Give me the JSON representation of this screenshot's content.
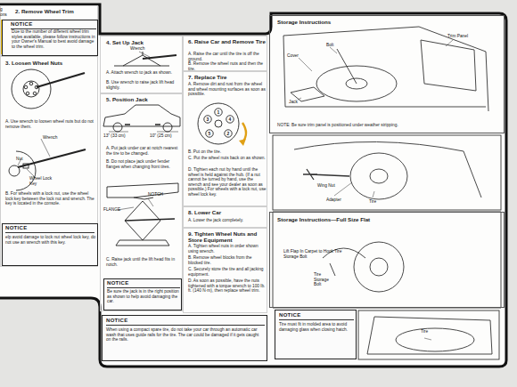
{
  "diagram": {
    "nodes": [
      {
        "text": [
          "2. Remove Wheel Trim"
        ]
      },
      {
        "text": [
          "NOTICE",
          "Due to the number of different wheel trim styles available, please follow instructions in your Owner's Manual to best avoid damage to the wheel trim."
        ],
        "in": 0
      },
      {
        "text": [
          "3. Loosen Wheel Nuts",
          "A. Use wrench to loosen wheel nuts but do not remove them.",
          "B. For wheels with a lock nut, use the wheel lock key between the lock nut and wrench. The key is located in the console."
        ]
      },
      {
        "text": [
          "NOTICE",
          "elp avoid damage to lock nut wheel lock key, do not use an wrench with this key."
        ],
        "in": 2
      },
      {
        "text": [
          "4. Set Up Jack",
          "A. Attach wrench to jack as shown.",
          "B. Use wrench to raise jack lift head slightly."
        ]
      },
      {
        "text": [
          "5. Position Jack",
          "A. Put jack under car at notch nearest the tire to be changed.",
          "B. Do not place jack under fender flanges when changing front tires.",
          "C. Raise jack until the lift head fits in notch."
        ]
      },
      {
        "text": [
          "NOTICE",
          "Be sure the jack is in the right position as shown to help avoid damaging the car."
        ],
        "in": 5
      },
      {
        "text": [
          "6. Raise Car and Remove Tire",
          "A. Raise the car until the tire is off the ground.",
          "B. Remove the wheel nuts and then the tire."
        ]
      },
      {
        "text": [
          "7. Replace Tire",
          "A. Remove dirt and rust from the wheel and wheel mounting surfaces as soon as possible.",
          "B. Put on the tire.",
          "C. Put the wheel nuts back on as shown.",
          "D. Tighten each nut by hand until the wheel is held against the hub. (If a nut cannot be turned by hand, use the wrench and see your dealer as soon as possible.) For wheels with a lock nut, use wheel lock key."
        ]
      },
      {
        "text": [
          "8. Lower Car",
          "A. Lower the jack completely."
        ]
      },
      {
        "text": [
          "9. Tighten Wheel Nuts and Store Equipment",
          "A. Tighten wheel nuts in order shown using wrench.",
          "B. Remove wheel blocks from the blocked tire.",
          "C. Securely store the tire and all jacking equipment.",
          "D. As soon as possible, have the nuts tightened with a torque wrench to 100 lb. ft. (140 N·m), then replace wheel trim."
        ]
      },
      {
        "text": [
          "NOTICE",
          "When using a compact spare tire, do not take your car through an automatic car wash that uses guide rails for the tire. The car could be damaged if it gets caught on the rails."
        ]
      },
      {
        "text": [
          "Storage Instructions",
          "NOTE: Be sure trim panel is positioned under weather stripping."
        ]
      },
      {
        "text": [
          "Storage Instructions—Full Size Flat"
        ]
      },
      {
        "text": [
          "NOTICE",
          "Tire must fit in molded area to avoid damaging glass when closing hatch."
        ]
      }
    ],
    "labels": [
      "g",
      "ons",
      "Wrench",
      "Nut",
      "Wheel Lock Key",
      "Wrench",
      "13\" (33 cm)",
      "10\" (25 cm)",
      "FLANGE",
      "NOTCH",
      "1",
      "2",
      "3",
      "4",
      "5",
      "Trim Panel",
      "Cover",
      "Bolt",
      "Jack",
      "Wing Nut",
      "Adapter",
      "Tire",
      "Lift Flap In Carpet to Hook Tire Storage Bolt",
      "Tire Storage Bolt",
      "Tire"
    ]
  }
}
